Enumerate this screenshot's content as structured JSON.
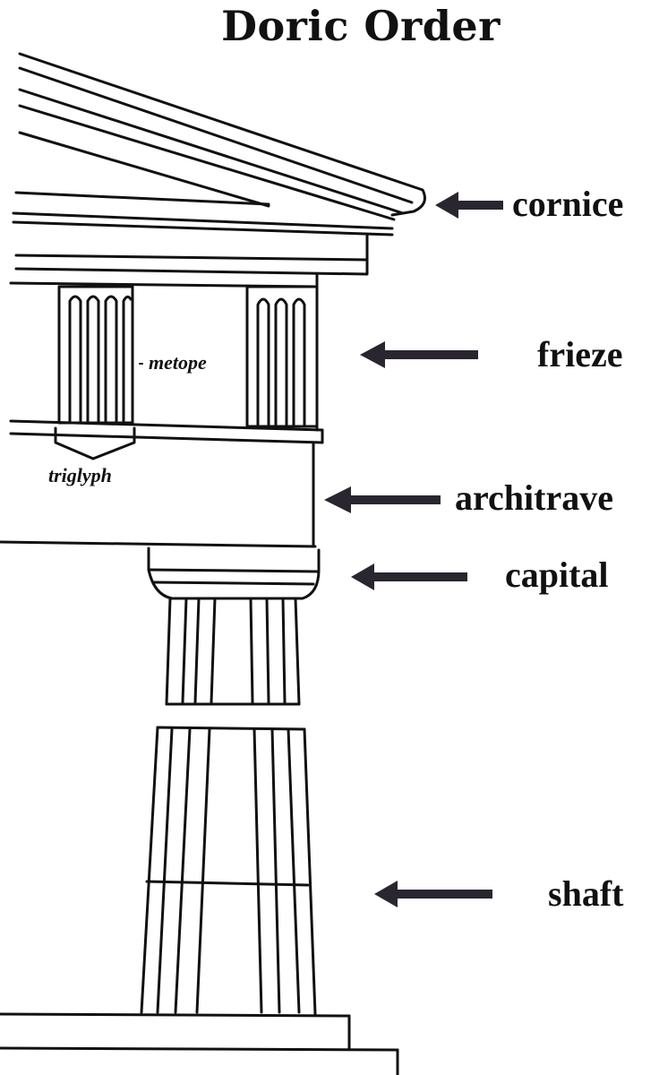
{
  "title": "Doric Order",
  "labels": {
    "cornice": "cornice",
    "frieze": "frieze",
    "architrave": "architrave",
    "capital": "capital",
    "shaft": "shaft",
    "metope": "metope",
    "triglyph": "triglyph"
  },
  "colors": {
    "ink": "#111111",
    "background": "#ffffff",
    "arrow": "#2a2630"
  }
}
